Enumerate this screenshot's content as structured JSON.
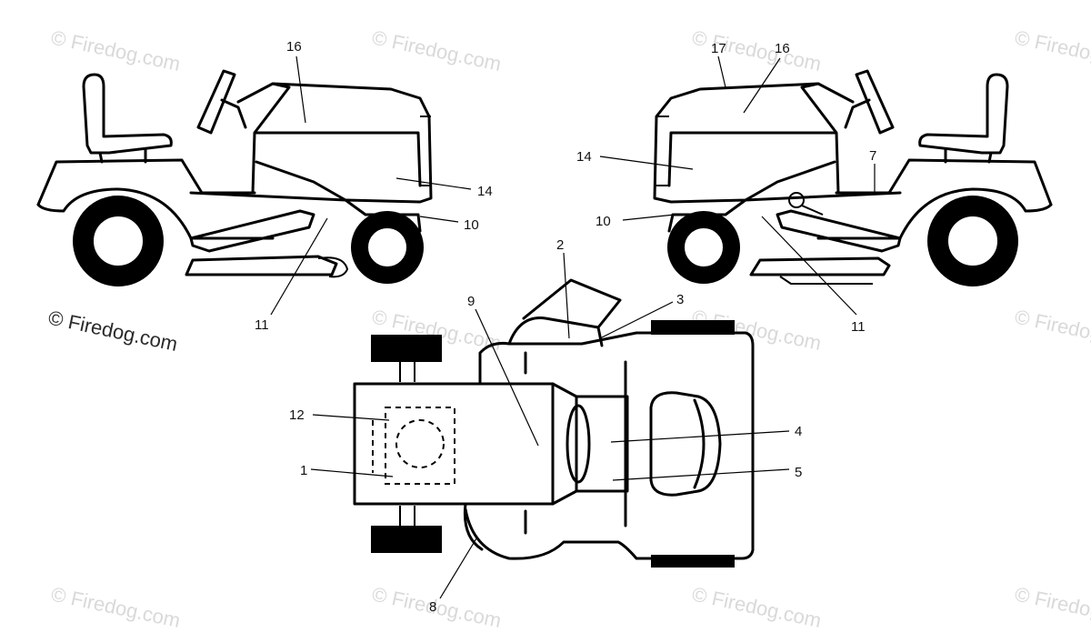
{
  "watermark": {
    "text": "© Firedog.com",
    "color": "#d9d9d9",
    "prominent_color": "#2a2a2a"
  },
  "callouts": {
    "left_16": "16",
    "left_14": "14",
    "left_10": "10",
    "left_11": "11",
    "right_17": "17",
    "right_16": "16",
    "right_14": "14",
    "right_7": "7",
    "right_10": "10",
    "right_11": "11",
    "top_2": "2",
    "top_3": "3",
    "top_9": "9",
    "top_12": "12",
    "top_1": "1",
    "top_4": "4",
    "top_5": "5",
    "top_8": "8"
  }
}
